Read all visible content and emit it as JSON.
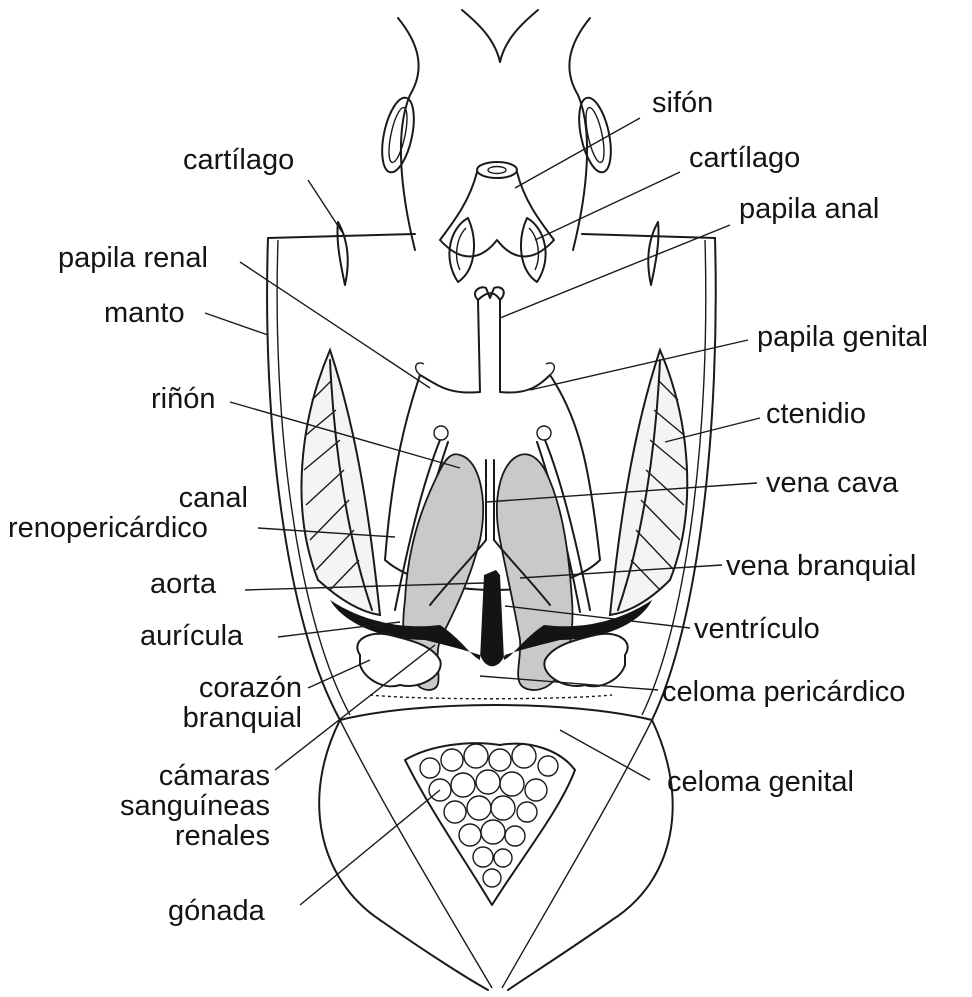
{
  "labels": {
    "sifon": "sifón",
    "cartilago_left": "cartílago",
    "cartilago_right": "cartílago",
    "papila_anal": "papila anal",
    "papila_renal": "papila renal",
    "manto": "manto",
    "papila_genital": "papila genital",
    "rinon": "riñón",
    "ctenidio": "ctenidio",
    "canal_line1": "canal",
    "canal_line2": "renopericárdico",
    "vena_cava": "vena cava",
    "aorta": "aorta",
    "vena_branquial": "vena branquial",
    "auricula": "aurícula",
    "ventriculo": "ventrículo",
    "corazon_line1": "corazón",
    "corazon_line2": "branquial",
    "celoma_pericardico": "celoma pericárdico",
    "camaras_line1": "cámaras",
    "camaras_line2": "sanguíneas",
    "camaras_line3": "renales",
    "celoma_genital": "celoma genital",
    "gonada": "gónada"
  },
  "colors": {
    "ink": "#1a1a1a",
    "kidney_fill": "#c9c9c9",
    "heart_fill": "#141414",
    "background": "#ffffff"
  }
}
